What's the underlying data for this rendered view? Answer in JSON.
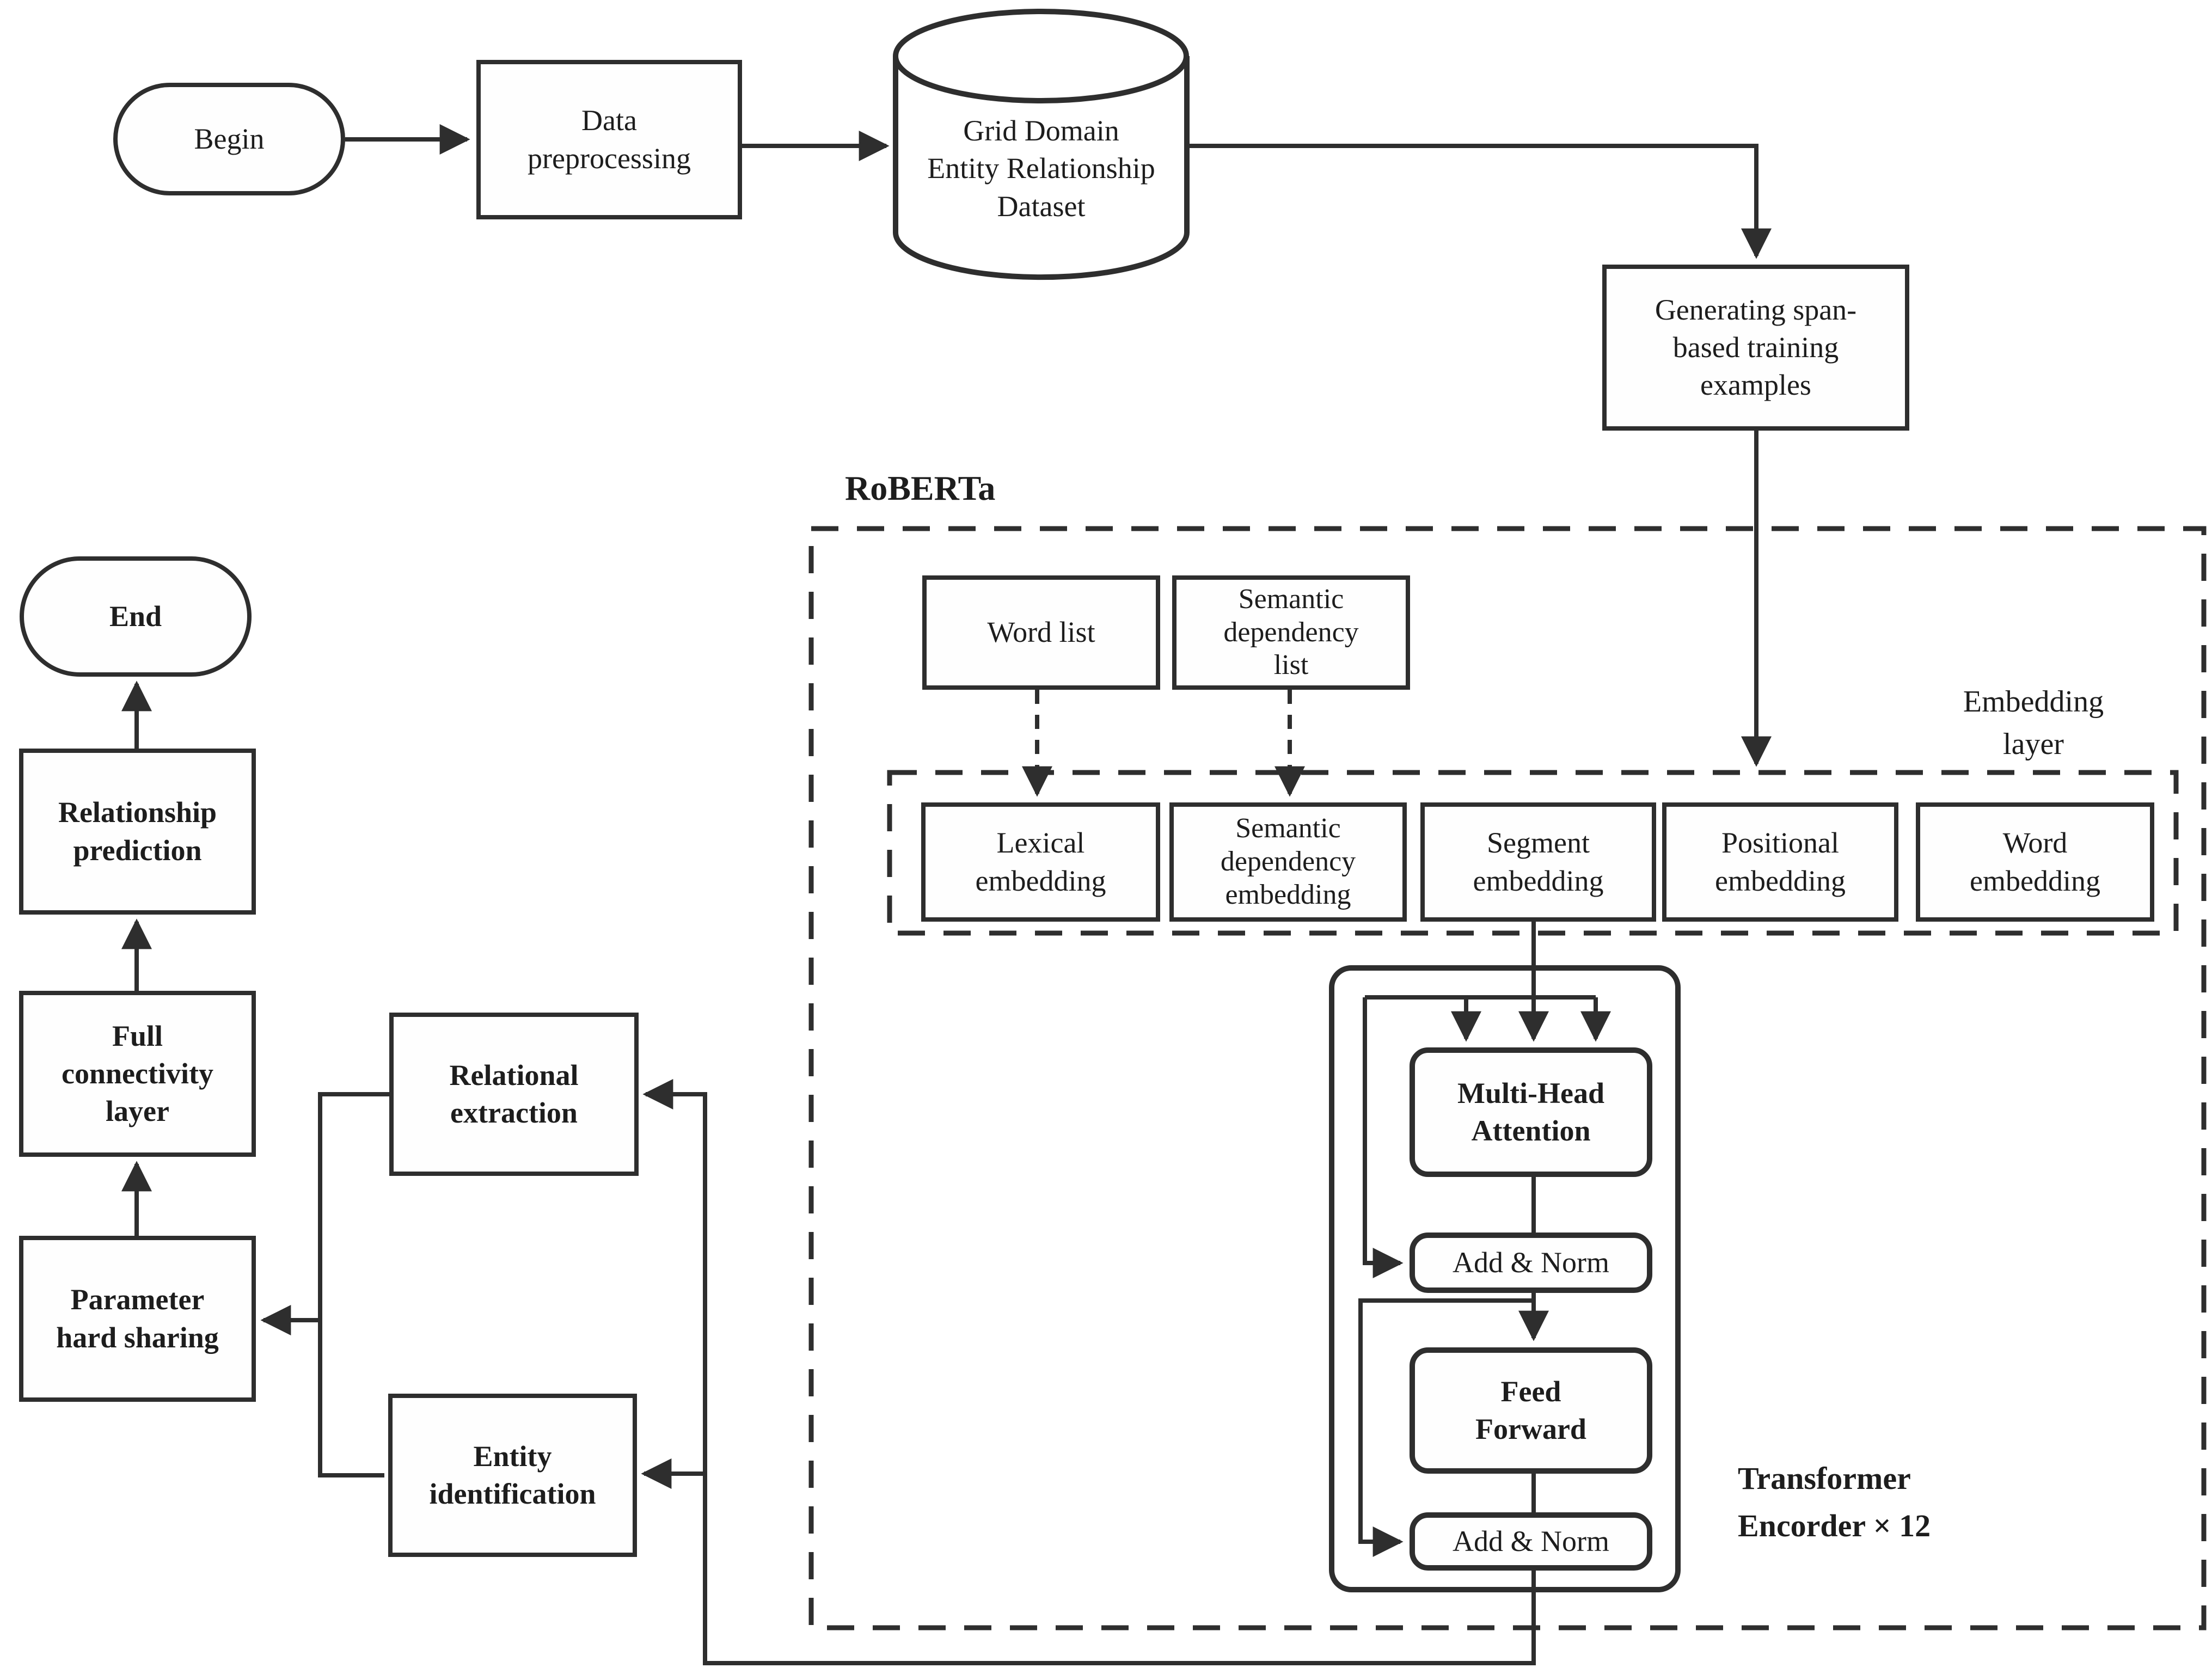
{
  "nodes": {
    "begin": "Begin",
    "data_preprocessing": "Data\npreprocessing",
    "dataset": "Grid Domain\nEntity Relationship\nDataset",
    "generating": "Generating span-\nbased training\nexamples",
    "word_list": "Word list",
    "semantic_dependency_list": "Semantic\ndependency\nlist",
    "lexical_embedding": "Lexical\nembedding",
    "semantic_dependency_embedding": "Semantic\ndependency\nembedding",
    "segment_embedding": "Segment\nembedding",
    "positional_embedding": "Positional\nembedding",
    "word_embedding": "Word\nembedding",
    "multi_head_attention": "Multi-Head\nAttention",
    "add_norm_1": "Add & Norm",
    "feed_forward": "Feed\nForward",
    "add_norm_2": "Add & Norm",
    "end": "End",
    "relationship_prediction": "Relationship\nprediction",
    "full_connectivity_layer": "Full\nconnectivity\nlayer",
    "parameter_hard_sharing": "Parameter\nhard sharing",
    "relational_extraction": "Relational\nextraction",
    "entity_identification": "Entity\nidentification"
  },
  "labels": {
    "roberta": "RoBERTa",
    "embedding_layer": "Embedding\nlayer",
    "transformer_encoder": "Transformer\nEncorder × 12"
  },
  "colors": {
    "line": "#2e2e2e",
    "text": "#1d1d1d",
    "background": "#ffffff"
  }
}
